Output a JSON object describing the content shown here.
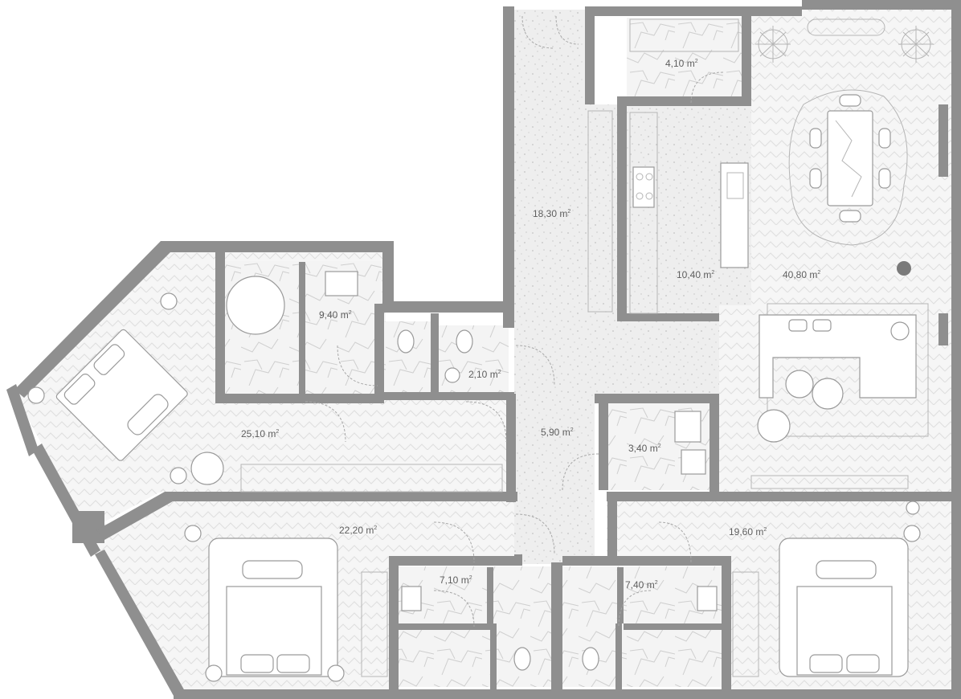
{
  "plan": {
    "unit_sup": "2",
    "rooms": [
      {
        "id": "storage",
        "area": "4,10 m"
      },
      {
        "id": "hall",
        "area": "18,30 m"
      },
      {
        "id": "kitchen",
        "area": "10,40 m"
      },
      {
        "id": "living",
        "area": "40,80 m"
      },
      {
        "id": "master-bath",
        "area": "9,40 m"
      },
      {
        "id": "guest-wc",
        "area": "2,10 m"
      },
      {
        "id": "master-bedroom",
        "area": "25,10 m"
      },
      {
        "id": "corridor",
        "area": "5,90 m"
      },
      {
        "id": "laundry",
        "area": "3,40 m"
      },
      {
        "id": "bedroom-2",
        "area": "22,20 m"
      },
      {
        "id": "bedroom-3",
        "area": "19,60 m"
      },
      {
        "id": "bath-2",
        "area": "7,10 m"
      },
      {
        "id": "bath-3",
        "area": "7,40 m"
      }
    ]
  }
}
